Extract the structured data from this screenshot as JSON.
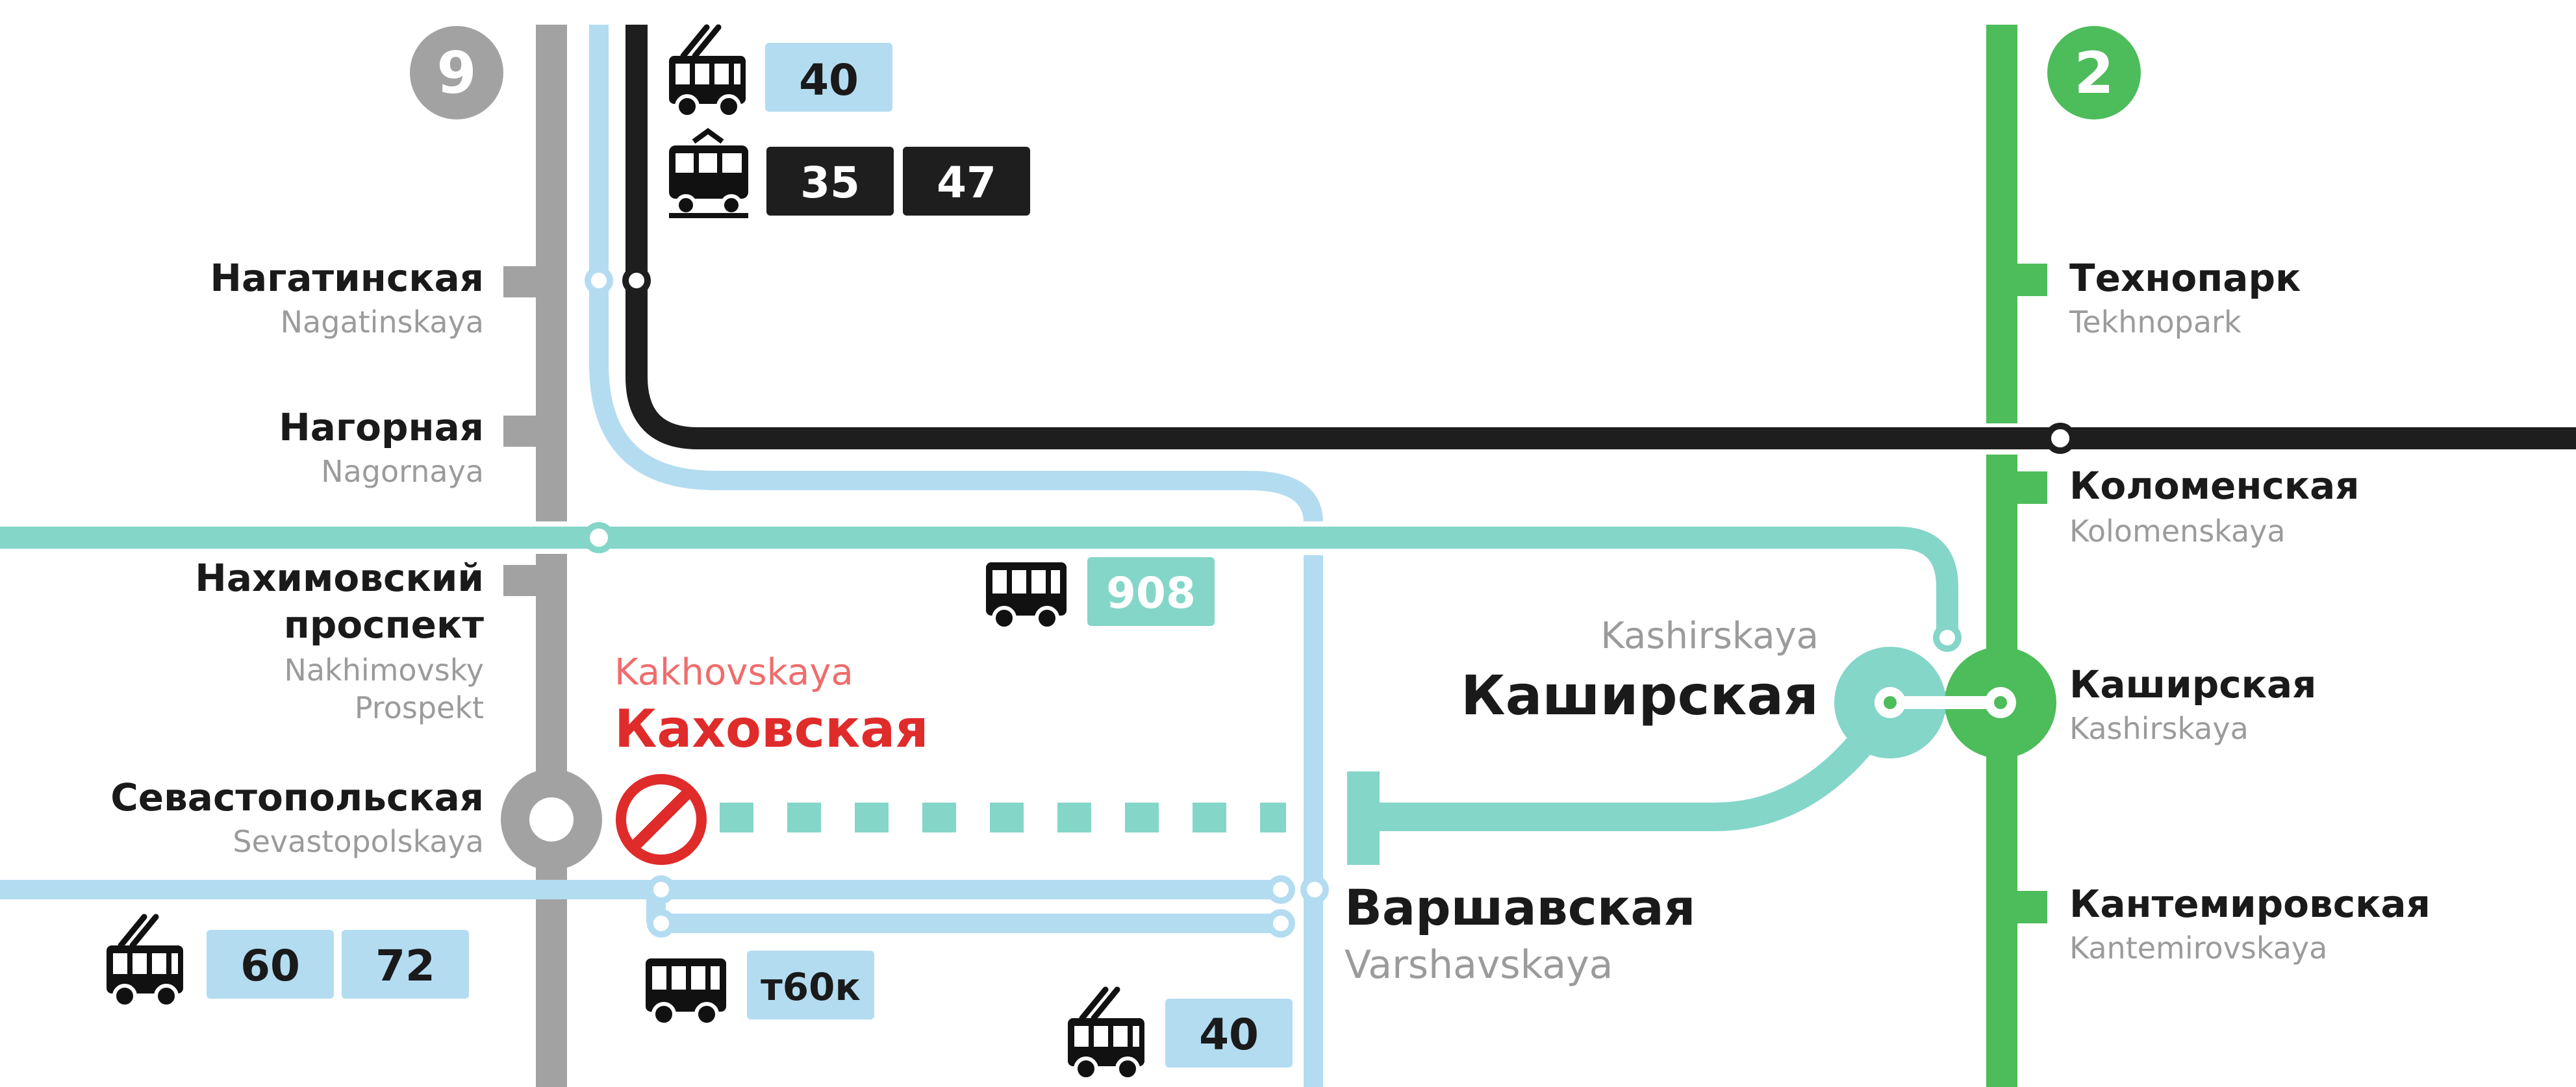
{
  "colors": {
    "line9": "#a2a2a2",
    "line2": "#4dbc5a",
    "bcl": "#84d6c8",
    "trolley": "#b3dcf1",
    "tram": "#1e1e1e",
    "closed": "#e02b2b",
    "closed_label": "#ef6d6d",
    "station_en": "#9b9b9b",
    "station_ru": "#1a1a1a"
  },
  "lines": {
    "line9_number": "9",
    "line2_number": "2"
  },
  "stations": {
    "nagatinskaya": {
      "ru": "Нагатинская",
      "en": "Nagatinskaya"
    },
    "nagornaya": {
      "ru": "Нагорная",
      "en": "Nagornaya"
    },
    "nakhimovsky": {
      "ru_1": "Нахимовский",
      "ru_2": "проспект",
      "en_1": "Nakhimovsky",
      "en_2": "Prospekt"
    },
    "sevastopolskaya": {
      "ru": "Севастопольская",
      "en": "Sevastopolskaya"
    },
    "kakhovskaya": {
      "ru": "Каховская",
      "en": "Kakhovskaya",
      "status": "closed"
    },
    "kashirskaya_bcl": {
      "ru": "Каширская",
      "en": "Kashirskaya"
    },
    "varshavskaya": {
      "ru": "Варшавская",
      "en": "Varshavskaya"
    },
    "tekhnopark": {
      "ru": "Технопарк",
      "en": "Tekhnopark"
    },
    "kolomenskaya": {
      "ru": "Коломенская",
      "en": "Kolomenskaya"
    },
    "kashirskaya_l2": {
      "ru": "Каширская",
      "en": "Kashirskaya"
    },
    "kantemirovskaya": {
      "ru": "Кантемировская",
      "en": "Kantemirovskaya"
    }
  },
  "routes": {
    "top_trolley": {
      "icon": "trolleybus-icon",
      "numbers": [
        "40"
      ]
    },
    "top_tram": {
      "icon": "tram-icon",
      "numbers": [
        "35",
        "47"
      ]
    },
    "bus_908": {
      "icon": "bus-icon",
      "numbers": [
        "908"
      ]
    },
    "trolley_60_72": {
      "icon": "trolleybus-icon",
      "numbers": [
        "60",
        "72"
      ]
    },
    "bus_t60k": {
      "icon": "bus-icon",
      "numbers": [
        "т60к"
      ]
    },
    "trolley_40_bottom": {
      "icon": "trolleybus-icon",
      "numbers": [
        "40"
      ]
    }
  }
}
